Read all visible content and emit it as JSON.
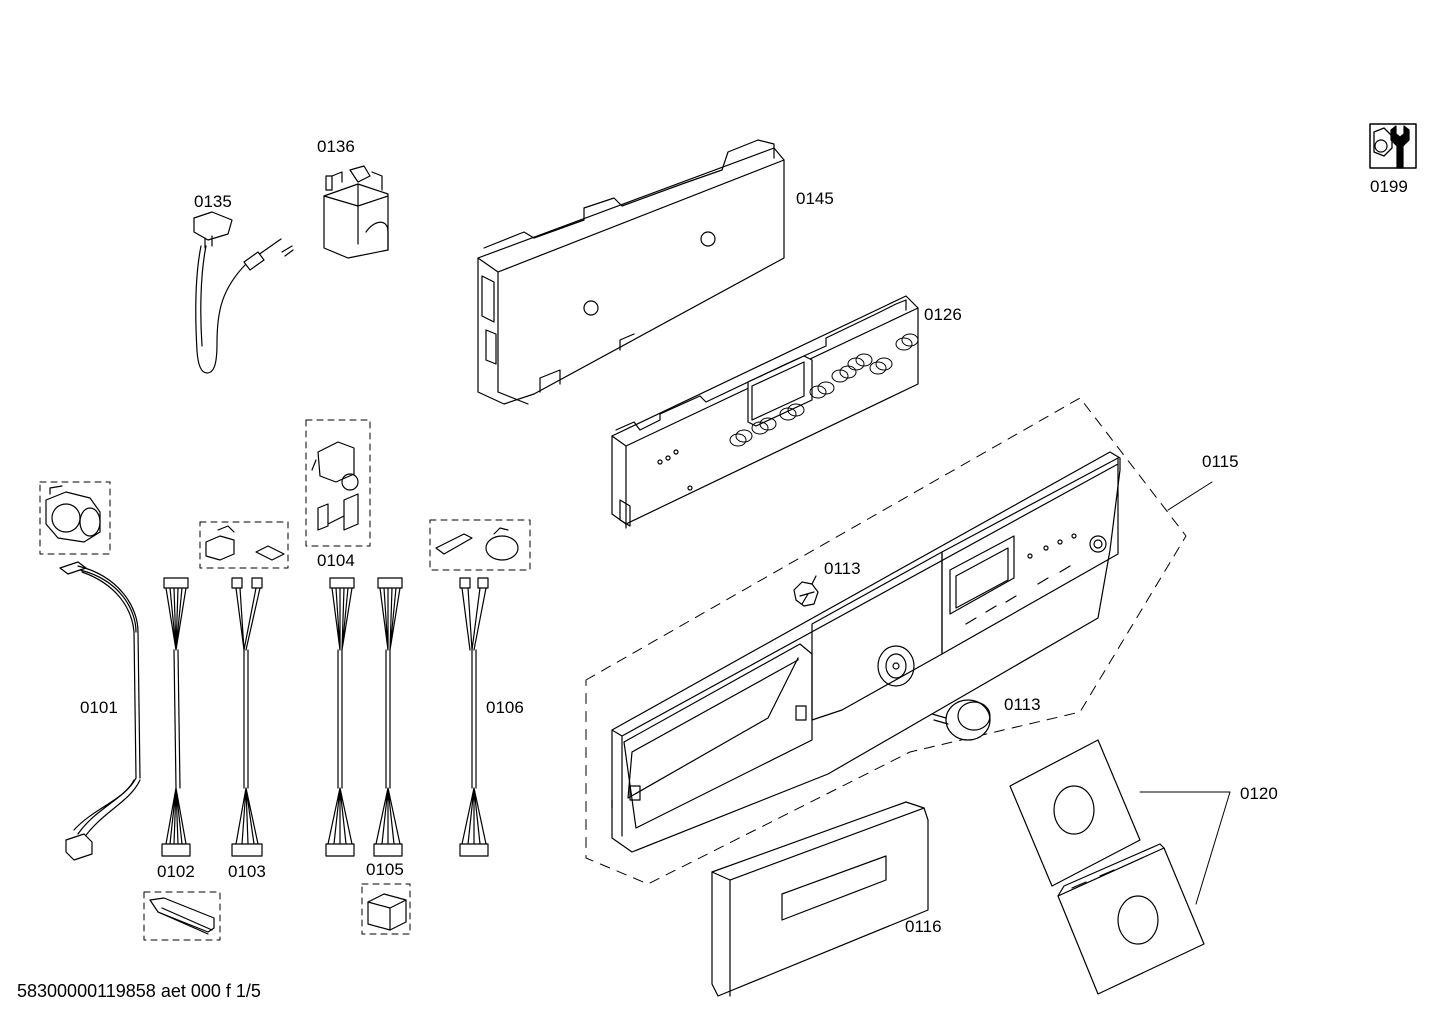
{
  "parts": {
    "p0101": "0101",
    "p0102": "0102",
    "p0103": "0103",
    "p0104": "0104",
    "p0105": "0105",
    "p0106": "0106",
    "p0113a": "0113",
    "p0113b": "0113",
    "p0115": "0115",
    "p0116": "0116",
    "p0120": "0120",
    "p0126": "0126",
    "p0135": "0135",
    "p0136": "0136",
    "p0145": "0145",
    "p0199": "0199"
  },
  "footer": {
    "doc_id": "58300000119858 aet 000 f 1/5"
  },
  "icons": {
    "service_tool": "wrench-icon"
  }
}
